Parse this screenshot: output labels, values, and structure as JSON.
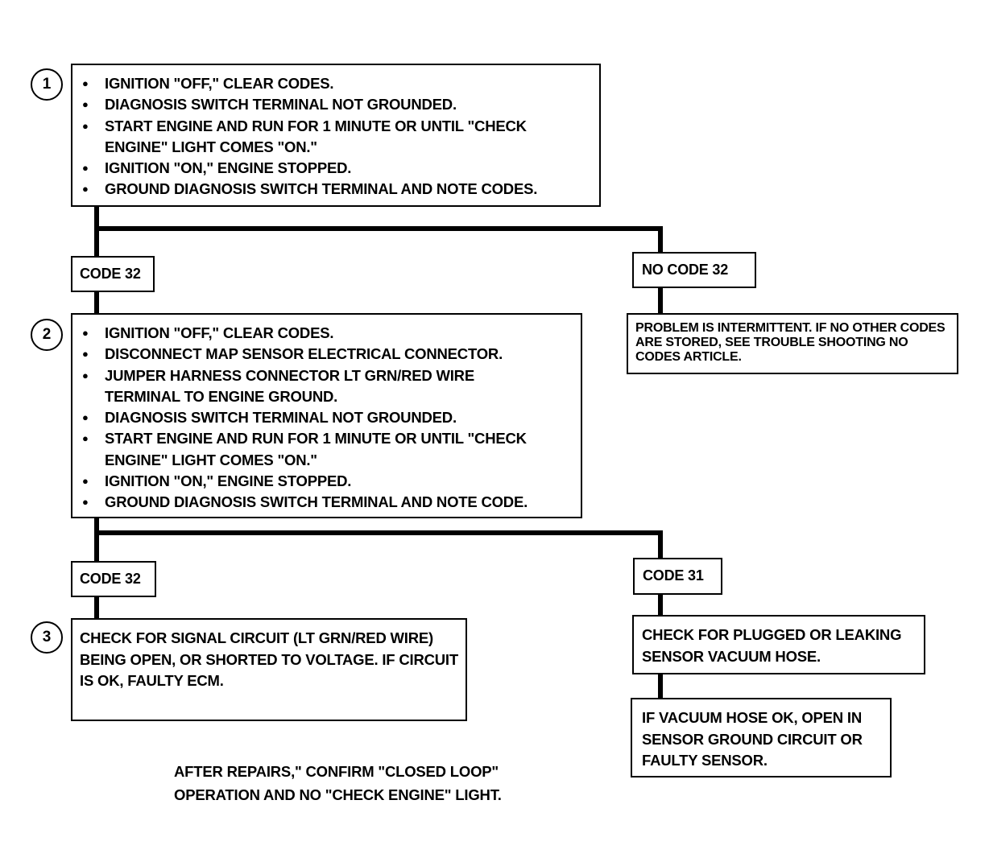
{
  "step1": {
    "number": "1",
    "items": [
      "IGNITION \"OFF,\" CLEAR CODES.",
      "DIAGNOSIS SWITCH TERMINAL NOT GROUNDED.",
      "START  ENGINE AND RUN FOR 1 MINUTE OR UNTIL \"CHECK ENGINE\" LIGHT COMES \"ON.\"",
      "IGNITION \"ON,\" ENGINE STOPPED.",
      "GROUND DIAGNOSIS SWITCH TERMINAL AND NOTE CODES."
    ]
  },
  "branch1": {
    "code_label": "CODE 32",
    "no_code_label": "NO CODE 32",
    "no_code_result": "PROBLEM IS INTERMITTENT. IF NO OTHER CODES ARE STORED, SEE TROUBLE SHOOTING NO CODES ARTICLE."
  },
  "step2": {
    "number": "2",
    "items": [
      "IGNITION \"OFF,\" CLEAR CODES.",
      "DISCONNECT MAP SENSOR ELECTRICAL CONNECTOR.",
      "JUMPER HARNESS CONNECTOR LT GRN/RED WIRE TERMINAL TO ENGINE GROUND.",
      "DIAGNOSIS SWITCH TERMINAL NOT GROUNDED.",
      "START ENGINE AND RUN FOR 1 MINUTE OR UNTIL \"CHECK ENGINE\" LIGHT COMES \"ON.\"",
      "IGNITION \"ON,\" ENGINE STOPPED.",
      "GROUND DIAGNOSIS SWITCH TERMINAL AND NOTE CODE."
    ]
  },
  "branch2": {
    "code32_label": "CODE 32",
    "code31_label": "CODE 31",
    "code31_check": "CHECK FOR PLUGGED OR LEAKING SENSOR VACUUM HOSE.",
    "code31_result": "IF VACUUM HOSE OK, OPEN IN SENSOR GROUND CIRCUIT OR FAULTY SENSOR."
  },
  "step3": {
    "number": "3",
    "text": "CHECK FOR SIGNAL CIRCUIT (LT GRN/RED WIRE) BEING OPEN, OR SHORTED TO VOLTAGE.  IF CIRCUIT IS OK, FAULTY ECM."
  },
  "footer": {
    "line1": "AFTER REPAIRS,\" CONFIRM \"CLOSED LOOP\"",
    "line2": "OPERATION AND NO \"CHECK ENGINE\" LIGHT."
  }
}
